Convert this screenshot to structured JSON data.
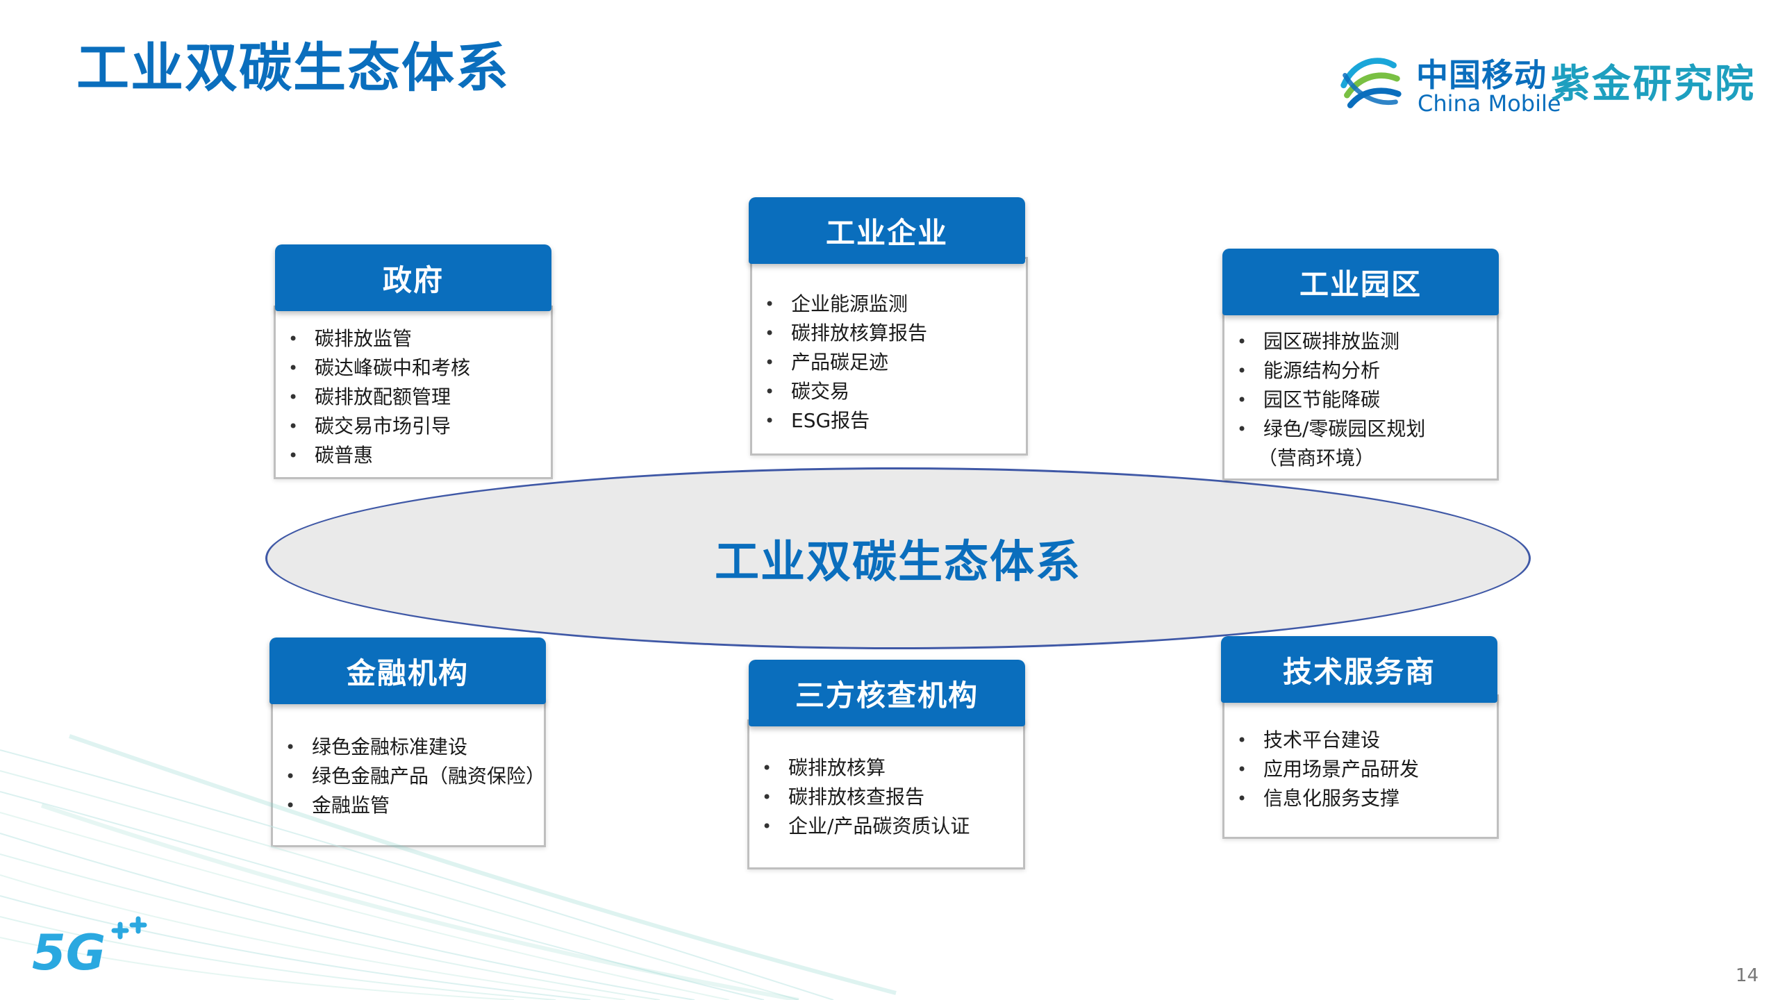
{
  "title": "工业双碳生态体系",
  "logo": {
    "cn": "中国移动",
    "en": "China Mobile",
    "sub": "紫金研究院"
  },
  "center": {
    "label": "工业双碳生态体系"
  },
  "cards": {
    "government": {
      "title": "政府",
      "items": [
        "碳排放监管",
        "碳达峰碳中和考核",
        "碳排放配额管理",
        "碳交易市场引导",
        "碳普惠"
      ]
    },
    "enterprise": {
      "title": "工业企业",
      "items": [
        "企业能源监测",
        "碳排放核算报告",
        "产品碳足迹",
        "碳交易",
        "ESG报告"
      ]
    },
    "park": {
      "title": "工业园区",
      "items": [
        "园区碳排放监测",
        "能源结构分析",
        "园区节能降碳",
        "绿色/零碳园区规划"
      ],
      "continuation": "（营商环境）"
    },
    "finance": {
      "title": "金融机构",
      "items": [
        "绿色金融标准建设",
        "绿色金融产品（融资保险）",
        "金融监管"
      ]
    },
    "verification": {
      "title": "三方核查机构",
      "items": [
        "碳排放核算",
        "碳排放核查报告",
        "企业/产品碳资质认证"
      ]
    },
    "tech": {
      "title": "技术服务商",
      "items": [
        "技术平台建设",
        "应用场景产品研发",
        "信息化服务支撑"
      ]
    }
  },
  "badge_5g": "5G",
  "page_number": "14",
  "colors": {
    "primary": "#0a6ebd",
    "ellipse_fill": "#eaeaea",
    "ellipse_border": "#3f58a6",
    "accent": "#1d9fbf"
  }
}
